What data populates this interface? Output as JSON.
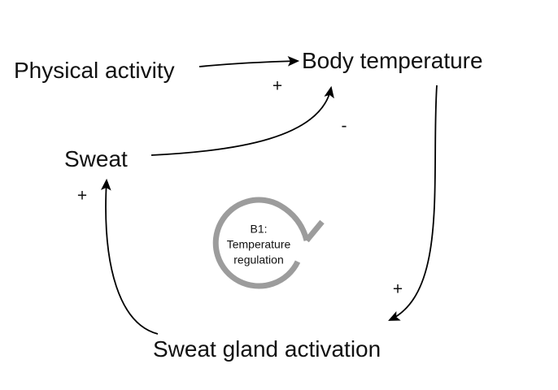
{
  "diagram": {
    "type": "causal-loop-diagram",
    "nodes": [
      {
        "id": "physical-activity",
        "label": "Physical activity"
      },
      {
        "id": "body-temperature",
        "label": "Body temperature"
      },
      {
        "id": "sweat",
        "label": "Sweat"
      },
      {
        "id": "sweat-gland-activation",
        "label": "Sweat gland activation"
      }
    ],
    "edges": [
      {
        "from": "physical-activity",
        "to": "body-temperature",
        "polarity": "+"
      },
      {
        "from": "sweat",
        "to": "body-temperature",
        "polarity": "-"
      },
      {
        "from": "body-temperature",
        "to": "sweat-gland-activation",
        "polarity": "+"
      },
      {
        "from": "sweat-gland-activation",
        "to": "sweat",
        "polarity": "+"
      }
    ],
    "loop": {
      "id_label": "B1:",
      "name_line_1": "Temperature",
      "name_line_2": "regulation",
      "direction": "clockwise"
    }
  },
  "colors": {
    "background": "#ffffff",
    "text": "#111111",
    "arrow": "#000000",
    "loop_ring": "#9c9c9c"
  }
}
